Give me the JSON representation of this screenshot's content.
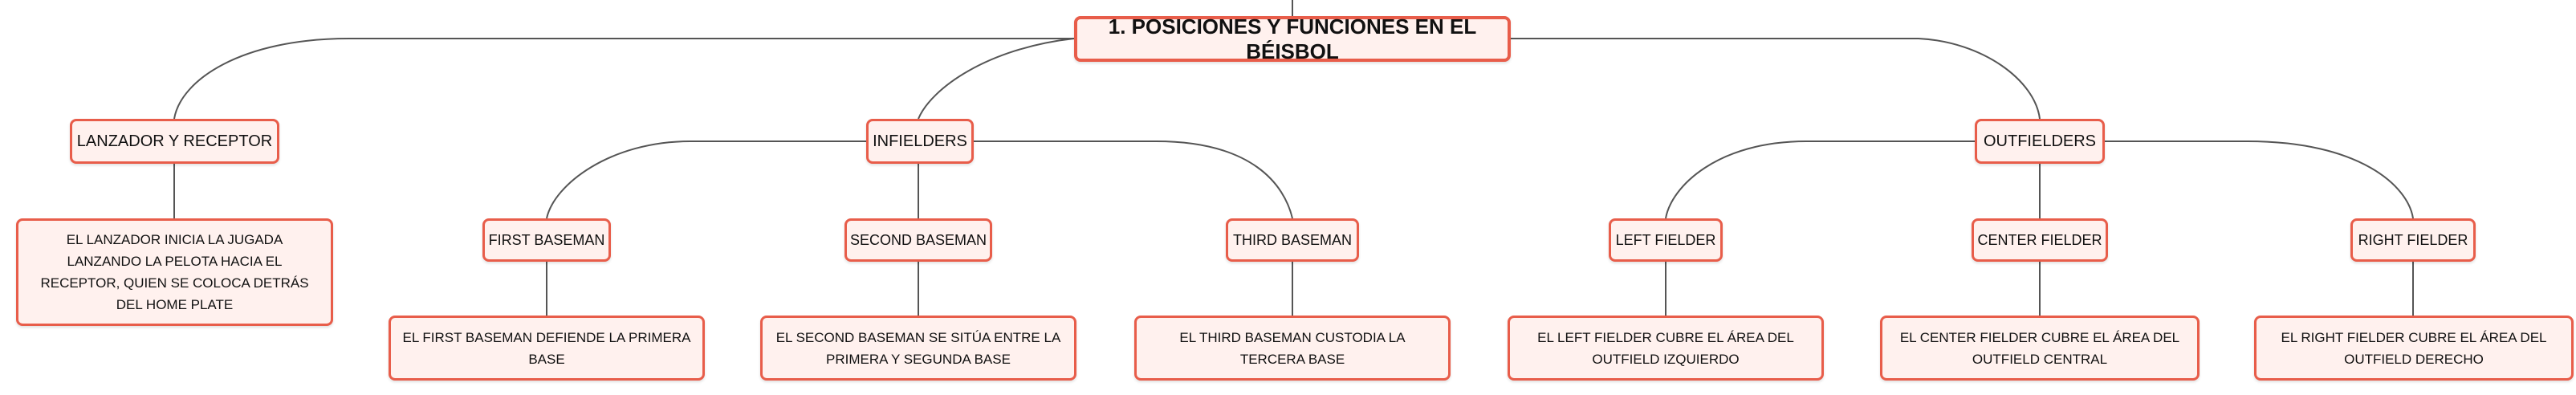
{
  "root": "1. POSICIONES Y FUNCIONES EN EL BÉISBOL",
  "branches": {
    "lanzador": {
      "title": "LANZADOR Y RECEPTOR",
      "text": "EL LANZADOR INICIA LA JUGADA LANZANDO LA PELOTA HACIA EL RECEPTOR, QUIEN SE COLOCA DETRÁS DEL HOME PLATE"
    },
    "infielders": {
      "title": "INFIELDERS",
      "first": {
        "title": "FIRST BASEMAN",
        "text": "EL FIRST BASEMAN DEFIENDE LA PRIMERA BASE"
      },
      "second": {
        "title": "SECOND BASEMAN",
        "text": "EL SECOND BASEMAN SE SITÚA ENTRE LA PRIMERA Y SEGUNDA BASE"
      },
      "third": {
        "title": "THIRD BASEMAN",
        "text": "EL THIRD BASEMAN CUSTODIA LA TERCERA BASE"
      }
    },
    "outfielders": {
      "title": "OUTFIELDERS",
      "left": {
        "title": "LEFT FIELDER",
        "text": "EL LEFT FIELDER CUBRE EL ÁREA DEL OUTFIELD IZQUIERDO"
      },
      "center": {
        "title": "CENTER FIELDER",
        "text": "EL CENTER FIELDER CUBRE EL ÁREA DEL OUTFIELD CENTRAL"
      },
      "right": {
        "title": "RIGHT FIELDER",
        "text": "EL RIGHT FIELDER CUBRE EL ÁREA DEL OUTFIELD DERECHO"
      }
    }
  },
  "colors": {
    "border": "#e85d4a",
    "fill": "#fff1ee",
    "line": "#555555"
  }
}
